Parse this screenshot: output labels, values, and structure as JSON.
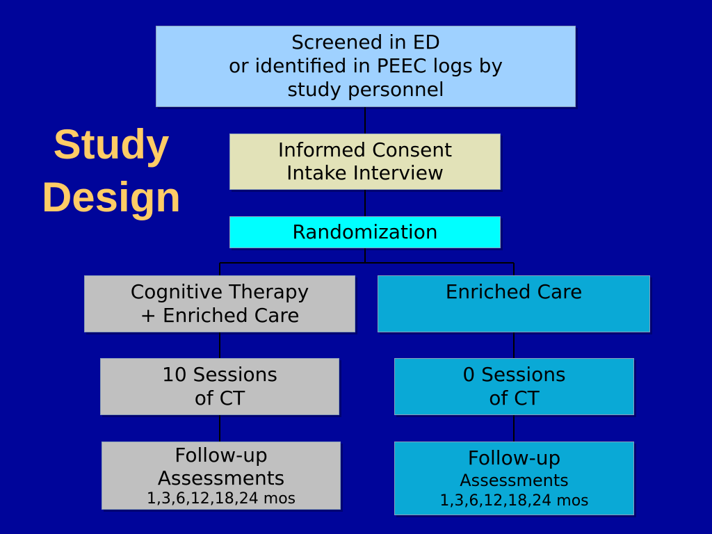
{
  "title": {
    "line1": "Study",
    "line2": "Design"
  },
  "boxes": {
    "screened": {
      "line1": "Screened in ED",
      "line2": "or identified in PEEC logs by",
      "line3": "study personnel"
    },
    "consent": {
      "line1": "Informed Consent",
      "line2": "Intake Interview"
    },
    "randomization": {
      "line1": "Randomization"
    },
    "ct_arm": {
      "line1": "Cognitive Therapy",
      "line2": "+ Enriched Care"
    },
    "ec_arm": {
      "line1": "Enriched Care"
    },
    "ct_sessions": {
      "line1": "10 Sessions",
      "line2": "of CT"
    },
    "ec_sessions": {
      "line1": "0 Sessions",
      "line2": "of CT"
    },
    "ct_followup": {
      "line1": "Follow-up",
      "line2": "Assessments",
      "line3": "1,3,6,12,18,24 mos"
    },
    "ec_followup": {
      "line1": "Follow-up",
      "line2": "Assessments",
      "line3": "1,3,6,12,18,24 mos"
    }
  },
  "colors": {
    "background": "#00059a",
    "title": "#ffcc66",
    "top_box": "#9fd1ff",
    "consent_box": "#e2e2b8",
    "randomization_box": "#00ffff",
    "ct_boxes": "#c0c0c0",
    "ec_boxes": "#0aa9d6"
  }
}
